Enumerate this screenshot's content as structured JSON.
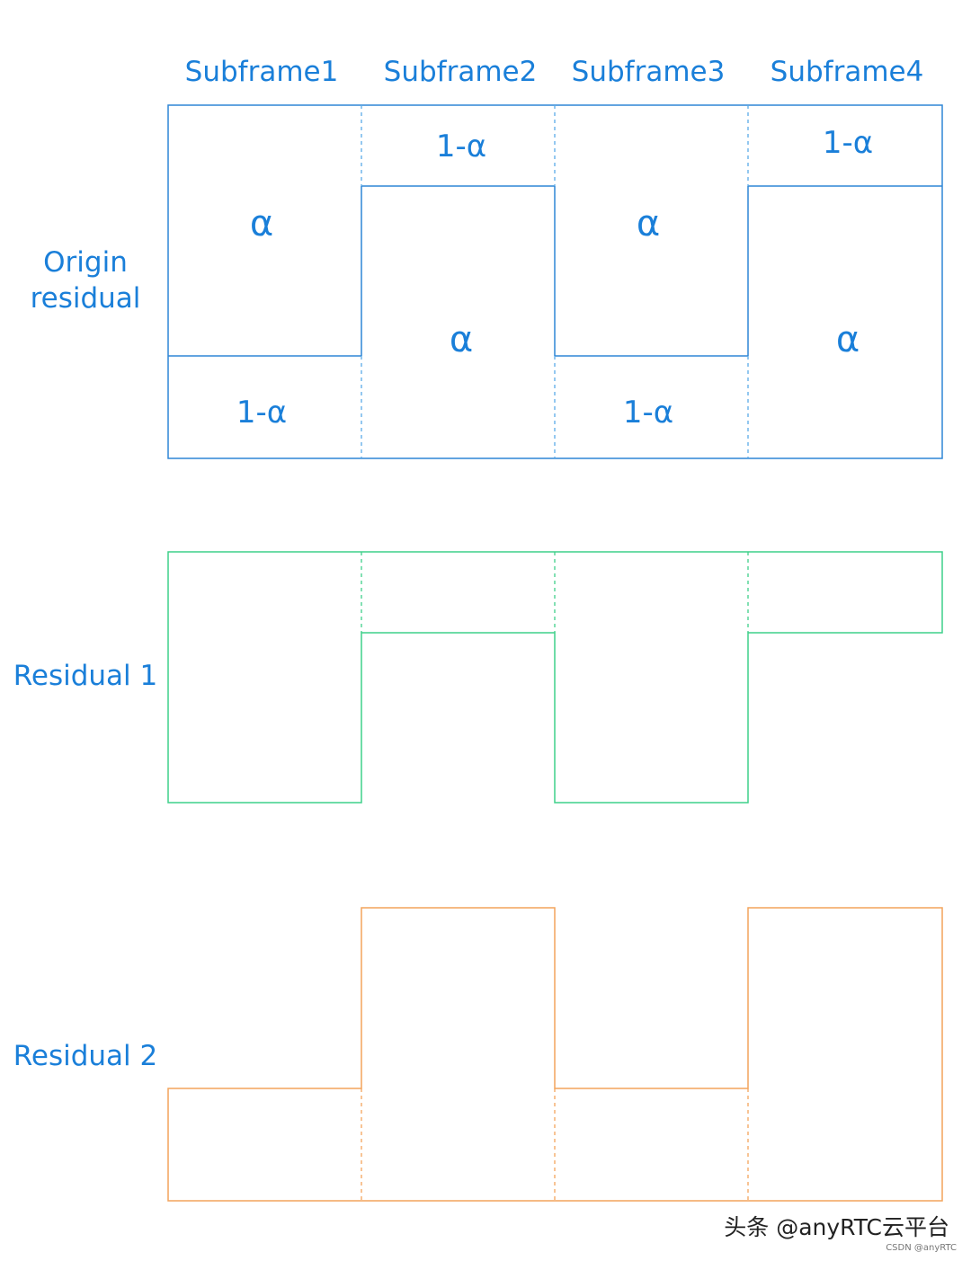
{
  "headers": {
    "subframe1": "Subframe1",
    "subframe2": "Subframe2",
    "subframe3": "Subframe3",
    "subframe4": "Subframe4"
  },
  "rows": {
    "origin_line1": "Origin",
    "origin_line2": "residual",
    "residual1": "Residual 1",
    "residual2": "Residual 2"
  },
  "regions": {
    "alpha": "α",
    "one_minus_alpha": "1-α"
  },
  "colors": {
    "origin": "#2f86d6",
    "origin_dashed": "#5aaae8",
    "residual1": "#3fd08a",
    "residual2": "#f4a45c",
    "text": "#1a7fd9"
  },
  "watermark": {
    "main": "头条 @anyRTC云平台",
    "sub": "CSDN @anyRTC"
  }
}
